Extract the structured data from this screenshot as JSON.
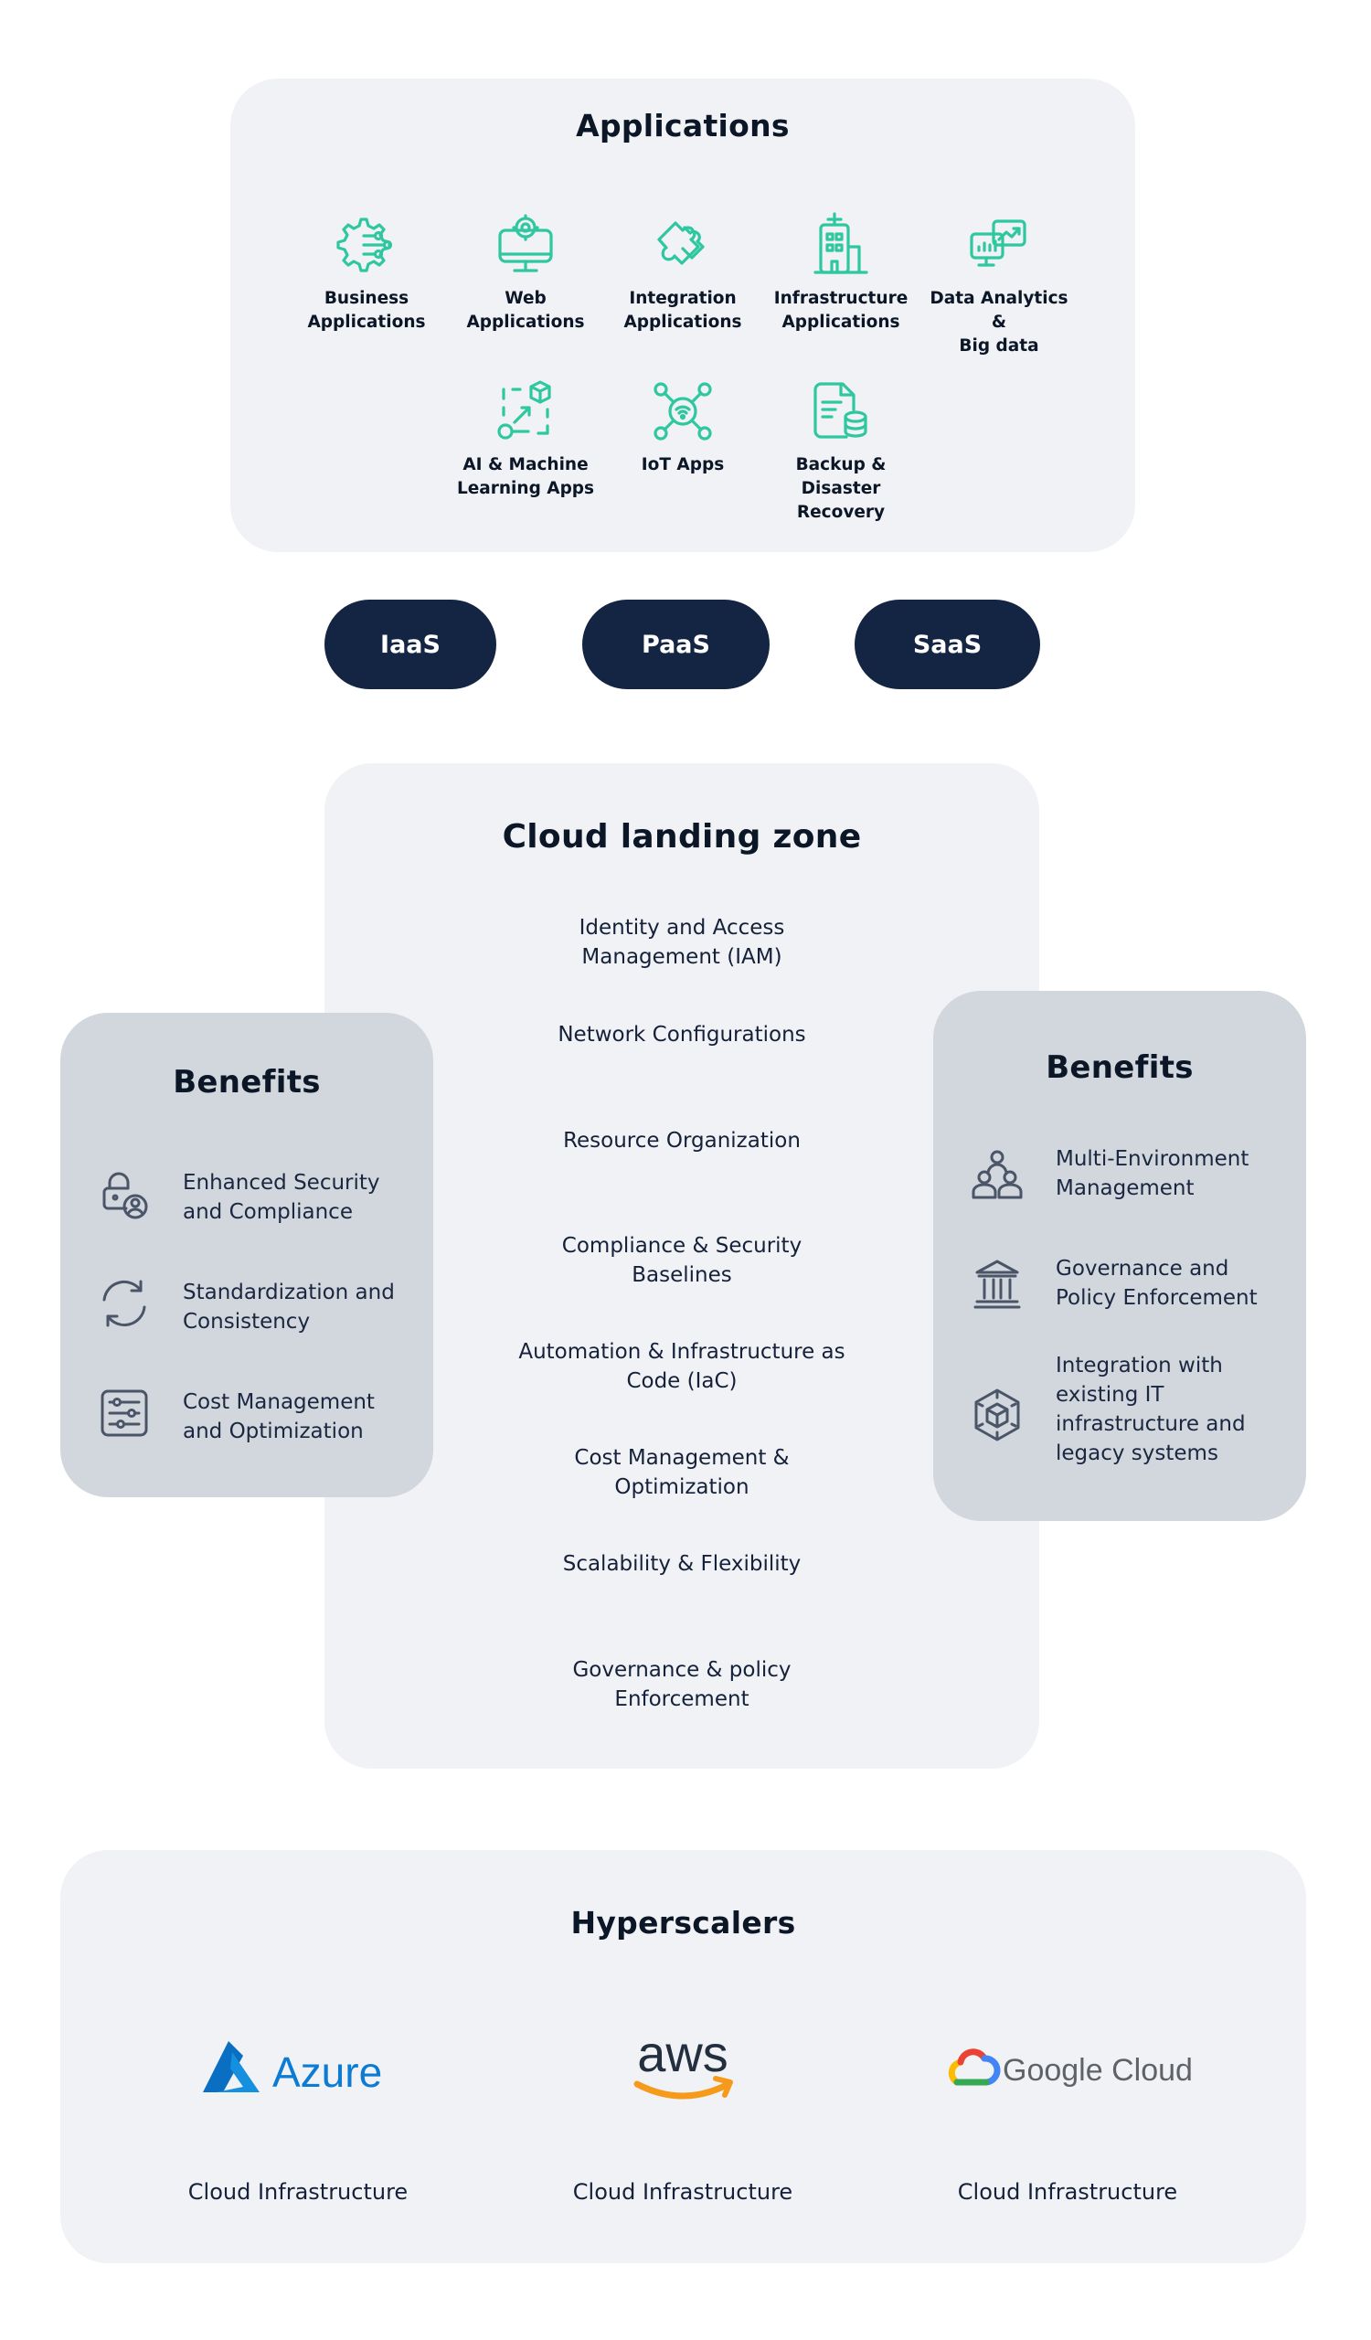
{
  "applications": {
    "title": "Applications",
    "items": [
      {
        "label": "Business\nApplications",
        "icon": "gear-network-icon"
      },
      {
        "label": "Web\nApplications",
        "icon": "monitor-gear-icon"
      },
      {
        "label": "Integration\nApplications",
        "icon": "puzzle-icon"
      },
      {
        "label": "Infrastructure\nApplications",
        "icon": "building-icon"
      },
      {
        "label": "Data Analytics &\nBig data",
        "icon": "analytics-chart-icon"
      },
      {
        "label": "AI & Machine\nLearning Apps",
        "icon": "ai-cube-icon"
      },
      {
        "label": "IoT Apps",
        "icon": "iot-hub-icon"
      },
      {
        "label": "Backup &\nDisaster\nRecovery",
        "icon": "document-database-icon"
      }
    ]
  },
  "service_models": [
    "IaaS",
    "PaaS",
    "SaaS"
  ],
  "landing_zone": {
    "title": "Cloud landing zone",
    "items": [
      "Identity and Access\nManagement (IAM)",
      "Network Configurations",
      "Resource Organization",
      "Compliance & Security\nBaselines",
      "Automation & Infrastructure as\nCode (IaC)",
      "Cost Management &\nOptimization",
      "Scalability & Flexibility",
      "Governance & policy\nEnforcement"
    ]
  },
  "benefits_left": {
    "title": "Benefits",
    "items": [
      {
        "label": "Enhanced Security\nand Compliance",
        "icon": "lock-user-icon"
      },
      {
        "label": "Standardization and\nConsistency",
        "icon": "refresh-cycle-icon"
      },
      {
        "label": "Cost Management\nand Optimization",
        "icon": "sliders-settings-icon"
      }
    ]
  },
  "benefits_right": {
    "title": "Benefits",
    "items": [
      {
        "label": "Multi-Environment\nManagement",
        "icon": "people-group-icon"
      },
      {
        "label": "Governance and\nPolicy Enforcement",
        "icon": "government-building-icon"
      },
      {
        "label": "Integration with\nexisting IT\ninfrastructure and\nlegacy systems",
        "icon": "hexagon-cube-icon"
      }
    ]
  },
  "hyperscalers": {
    "title": "Hyperscalers",
    "providers": [
      {
        "name": "Azure",
        "subtitle": "Cloud Infrastructure"
      },
      {
        "name": "aws",
        "subtitle": "Cloud Infrastructure"
      },
      {
        "name": "Google Cloud",
        "subtitle": "Cloud Infrastructure"
      }
    ]
  },
  "colors": {
    "accent_icon": "#2fc7a0",
    "pill_bg": "#142544",
    "panel_light": "#f1f2f5",
    "panel_gray": "#d2d6dd",
    "azure_blue": "#0b7bd3",
    "aws_orange": "#f59a1b"
  }
}
